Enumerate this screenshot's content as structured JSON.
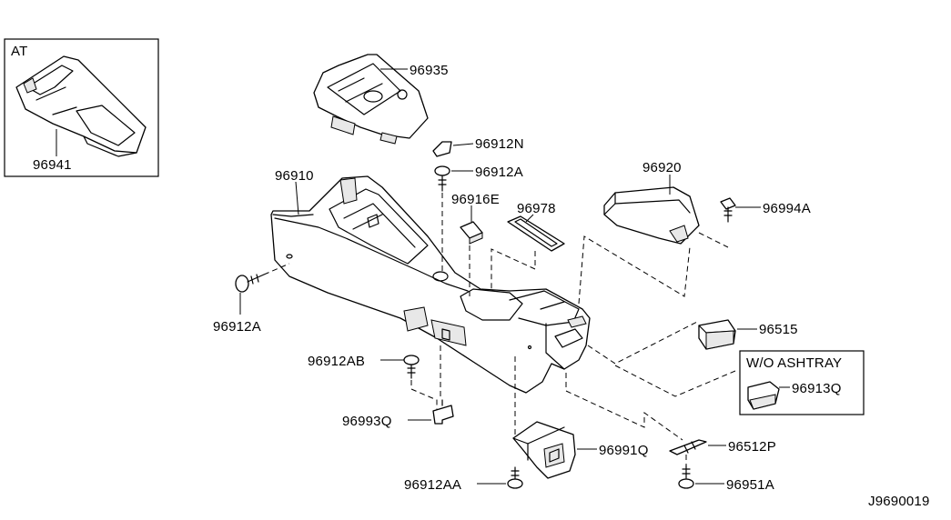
{
  "diagram": {
    "title": "Console box parts diagram",
    "reference_code": "J9690019",
    "inset_boxes": [
      {
        "id": "at",
        "title": "AT",
        "part": "96941"
      },
      {
        "id": "wo_ashtray",
        "title": "W/O ASHTRAY",
        "part": "96913Q"
      }
    ],
    "labels": {
      "p96935": "96935",
      "p96912N": "96912N",
      "p96912A_top": "96912A",
      "p96910": "96910",
      "p96916E": "96916E",
      "p96978": "96978",
      "p96920": "96920",
      "p96994A": "96994A",
      "p96912A_left": "96912A",
      "p96515": "96515",
      "p96912AB": "96912AB",
      "p96993Q": "96993Q",
      "p96991Q": "96991Q",
      "p96512P": "96512P",
      "p96912AA": "96912AA",
      "p96951A": "96951A"
    }
  }
}
